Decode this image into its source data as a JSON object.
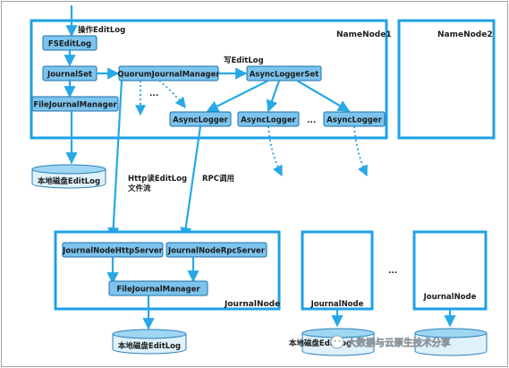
{
  "namenode1": {
    "title": "NameNode1",
    "op_editlog": "操作EditLog",
    "write_editlog": "写EditLog",
    "fseditlog": "FSEditLog",
    "journalset": "JournalSet",
    "quorum": "QuorumJournalManager",
    "asyncloggerset": "AsyncLoggerSet",
    "filejournal": "FileJournalManager",
    "asynclogger": [
      "AsyncLogger",
      "AsyncLogger",
      "AsyncLogger"
    ],
    "ellipsis": "..."
  },
  "namenode2": {
    "title": "NameNode2"
  },
  "local_disk": {
    "label": "本地磁盘EditLog"
  },
  "labels": {
    "http_read": "Http读EditLog",
    "file_stream": "文件流",
    "rpc": "RPC调用"
  },
  "journalnode_main": {
    "title": "JournalNode",
    "http_server": "JournalNodeHttpServer",
    "rpc_server": "JournalNodeRpcServer",
    "filejournal": "FileJournalManager",
    "disk": "本地磁盘EditLog"
  },
  "journalnodes": [
    "JournalNode",
    "JournalNode"
  ],
  "disk_left": "本地磁盘EditLog",
  "ellipsis": "...",
  "watermark": "大数据与云原生技术分享",
  "colors": {
    "container": "#1da1e6",
    "component": "#7cc4ee",
    "arrow": "#29a8e6"
  }
}
